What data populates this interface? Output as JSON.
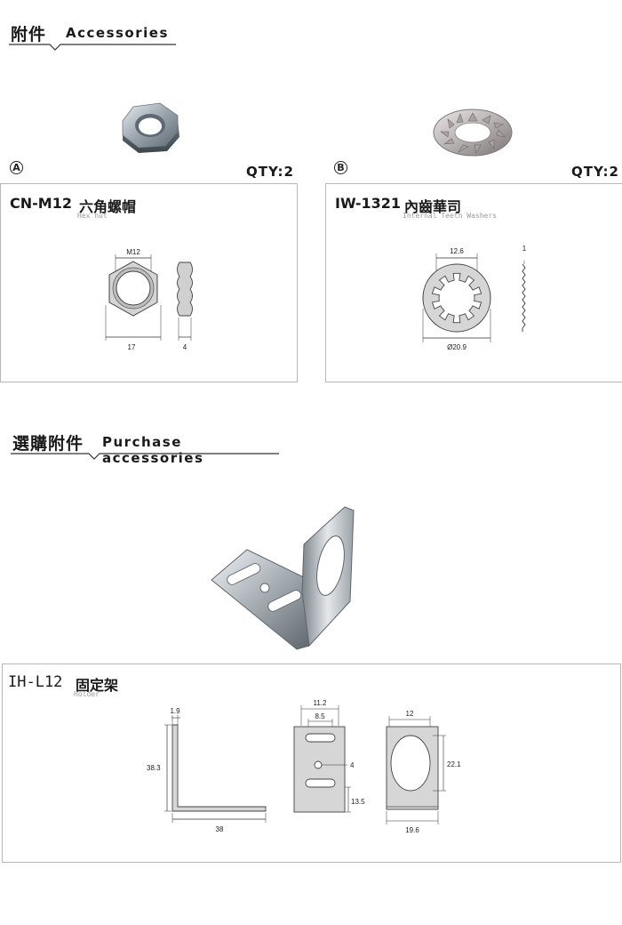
{
  "accessories_section": {
    "title_zh": "附件",
    "title_en": "Accessories"
  },
  "item_a": {
    "marker": "A",
    "qty": "QTY:2",
    "code": "CN-M12",
    "name_zh": "六角螺帽",
    "name_en": "Hex nut",
    "dims": {
      "thread": "M12",
      "width": "17",
      "thickness": "4"
    }
  },
  "item_b": {
    "marker": "B",
    "qty": "QTY:2",
    "code": "IW-1321",
    "name_zh": "內齒華司",
    "name_en": "Internal Teeth Washers",
    "dims": {
      "inner": "12.6",
      "outer": "Ø20.9",
      "thickness": "1"
    }
  },
  "purchase_section": {
    "title_zh": "選購附件",
    "title_en": "Purchase accessories"
  },
  "item_c": {
    "code": "IH-L12",
    "name_zh": "固定架",
    "name_en": "Holder",
    "dims": {
      "thickness": "1.9",
      "height": "38.3",
      "length": "38",
      "outer_width": "11.2",
      "slot_width": "8.5",
      "hole": "4",
      "slot_pos": "13.5",
      "top_width": "12",
      "opening": "22.1",
      "base_width": "19.6"
    }
  }
}
